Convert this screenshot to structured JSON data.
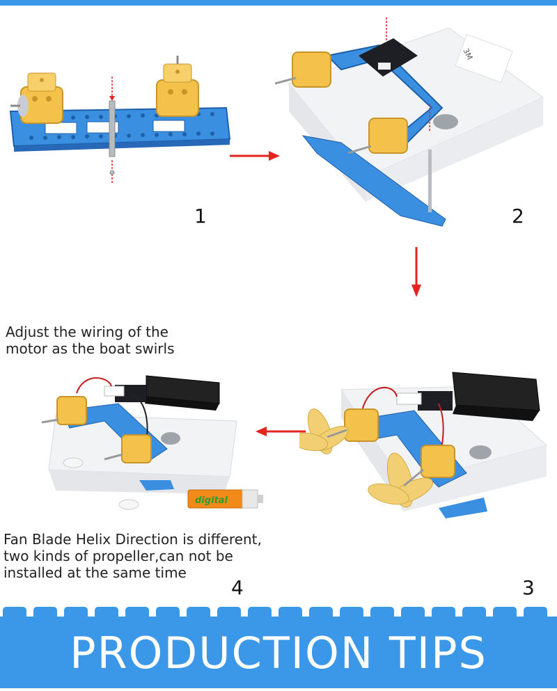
{
  "steps": [
    {
      "number": "1"
    },
    {
      "number": "2"
    },
    {
      "number": "3"
    },
    {
      "number": "4"
    }
  ],
  "notes": {
    "wiring": "Adjust the wiring of the\nmotor as the boat swirls",
    "propeller": "Fan Blade Helix Direction is different,\ntwo kinds of propeller,can not be\ninstalled at the same time"
  },
  "tape_label": "3M",
  "battery_label": "digital",
  "banner": {
    "title": "PRODUCTION TIPS"
  },
  "colors": {
    "accent": "#3b97e8",
    "arrow": "#e52420",
    "plate": "#3b8fe0",
    "motor": "#f4c24a",
    "foam": "#f2f3f5"
  }
}
